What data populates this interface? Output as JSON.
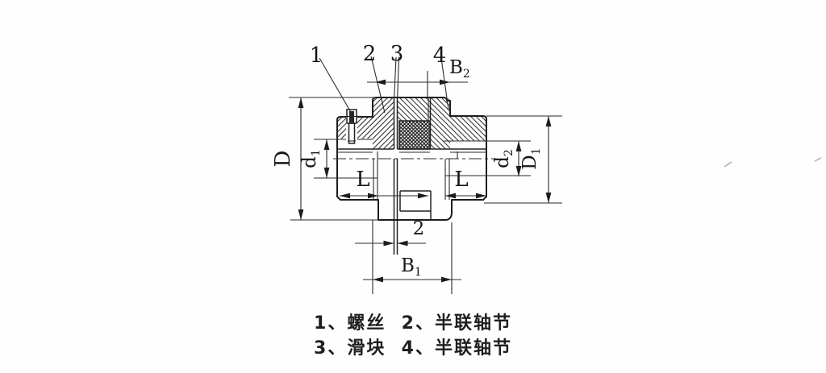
{
  "drawing_title": "slider-coupling-section",
  "colors": {
    "ink": "#1d1d1d",
    "background": "#fefefe"
  },
  "labels": {
    "part1": "1",
    "part2": "2",
    "part3": "3",
    "part4": "4",
    "gap_value": "2",
    "B2_main": "B",
    "B2_sub": "2",
    "B1_main": "B",
    "B1_sub": "1",
    "D": "D",
    "D1_main": "D",
    "D1_sub": "1",
    "d1_main": "d",
    "d1_sub": "1",
    "d2_main": "d",
    "d2_sub": "2",
    "L_left": "L",
    "L_right": "L"
  },
  "legend": {
    "line1": "1、螺丝  2、半联轴节",
    "line2": "3、滑块  4、半联轴节"
  }
}
